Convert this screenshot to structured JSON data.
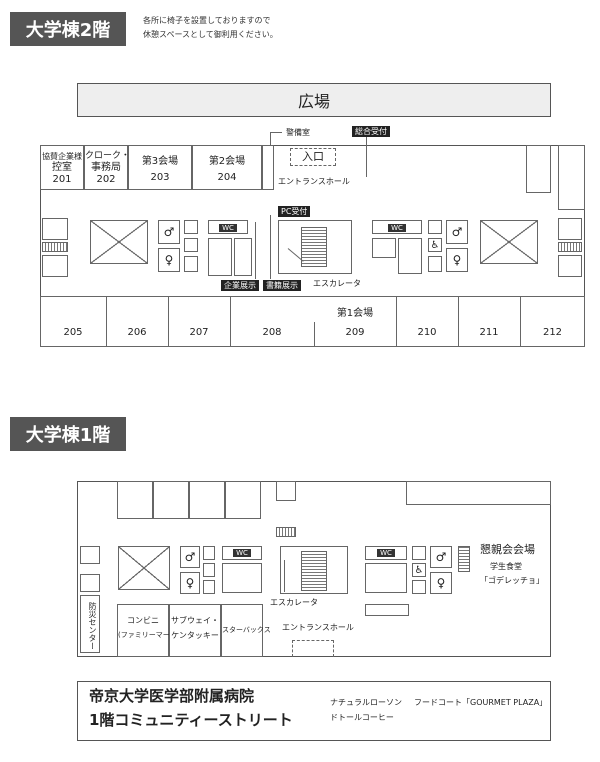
{
  "floor2": {
    "title": "大学棟2階",
    "note_line1": "各所に椅子を設置しておりますので",
    "note_line2": "休憩スペースとして御利用ください。",
    "plaza": "広場",
    "security": "警備室",
    "reception_main": "総合受付",
    "entrance": "入口",
    "entrance_hall": "エントランスホール",
    "pc_reception": "PC受付",
    "company_exhibit": "企業展示",
    "book_exhibit": "書籍展示",
    "escalator": "エスカレータ",
    "rooms_top": [
      {
        "name": "協賛企業様",
        "name2": "控室",
        "num": "201"
      },
      {
        "name": "クローク・",
        "name2": "事務局",
        "num": "202"
      },
      {
        "name": "第3会場",
        "name2": "",
        "num": "203"
      },
      {
        "name": "第2会場",
        "name2": "",
        "num": "204"
      }
    ],
    "hall1": "第1会場",
    "rooms_bottom": [
      "205",
      "206",
      "207",
      "208",
      "209",
      "210",
      "211",
      "212"
    ]
  },
  "floor1": {
    "title": "大学棟1階",
    "banquet": "懇親会会場",
    "cafeteria": "学生食堂",
    "cafeteria_name": "「ゴデレッチョ」",
    "disaster_center": "防災センター",
    "convenience": "コンビニ",
    "convenience_sub": "(ファミリーマート)",
    "subway": "サブウェイ・",
    "kentucky": "ケンタッキー",
    "starbucks": "スターバックス",
    "escalator": "エスカレータ",
    "entrance_hall": "エントランスホール"
  },
  "footer": {
    "line1": "帝京大学医学部附属病院",
    "line2": "1階コミュニティーストリート",
    "shop1": "ナチュラルローソン",
    "shop2": "ドトールコーヒー",
    "food_court": "フードコート「GOURMET PLAZA」"
  },
  "icons": {
    "restroom": "WC",
    "male": "♂",
    "female": "♀",
    "accessible": "♿"
  }
}
